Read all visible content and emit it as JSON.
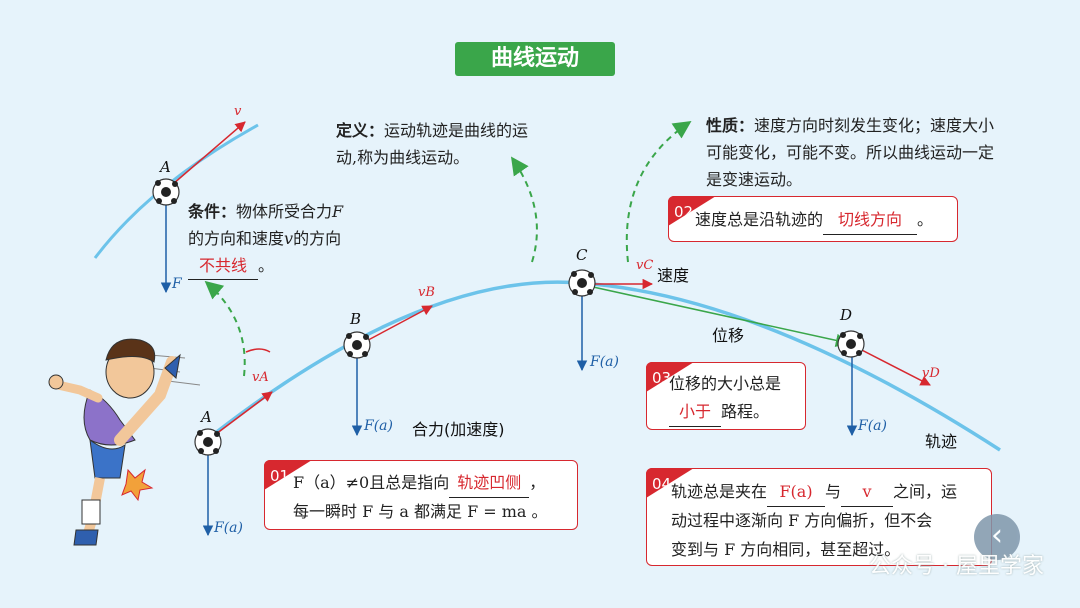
{
  "title": "曲线运动",
  "definition": {
    "head": "定义：",
    "body": "运动轨迹是曲线的运动,称为曲线运动。"
  },
  "property": {
    "head": "性质：",
    "body": "速度方向时刻发生变化；速度大小可能变化，可能不变。所以曲线运动一定是变速运动。"
  },
  "condition": {
    "head": "条件：",
    "pre": "物体所受合力",
    "F": "F",
    "mid": "的方向和速度",
    "v": "v",
    "post": "的方向",
    "blank": "不共线",
    "end": "。"
  },
  "box01": {
    "num": "01",
    "l1_pre": "F（a）≠0且总是指向",
    "l1_blank": "轨迹凹侧",
    "l1_post": "，",
    "l2": "每一瞬时 F 与 a 都满足 F = ma 。"
  },
  "box02": {
    "num": "02",
    "pre": "速度总是沿轨迹的",
    "blank": "切线方向",
    "post": "。"
  },
  "box03": {
    "num": "03",
    "l1": "位移的大小总是",
    "blank": "小于",
    "post": "路程。"
  },
  "box04": {
    "num": "04",
    "l1_pre": "轨迹总是夹在",
    "b1": "F(a)",
    "mid": "与",
    "b2": "v",
    "l1_post": "之间，运",
    "l2": "动过程中逐渐向 F 方向偏折，但不会",
    "l3": "变到与 F 方向相同，甚至超过。"
  },
  "labels": {
    "speed": "速度",
    "displacement": "位移",
    "force": "合力(加速度)",
    "trajectory": "轨迹"
  },
  "points": {
    "A_top": "A",
    "A_low": "A",
    "B": "B",
    "C": "C",
    "D": "D"
  },
  "vectors": {
    "v": "v",
    "vA": "vA",
    "vB": "vB",
    "vC": "vC",
    "vD": "vD",
    "F": "F",
    "Fa": "F(a)"
  },
  "watermark": "公众号 · 屋里学家",
  "colors": {
    "title_bg": "#3aa64a",
    "accent_red": "#d7282f",
    "force_blue": "#1f5fa6",
    "arrow_green": "#3aa64a",
    "trajectory": "#6cc3ea",
    "background": "#e6f3fb"
  }
}
